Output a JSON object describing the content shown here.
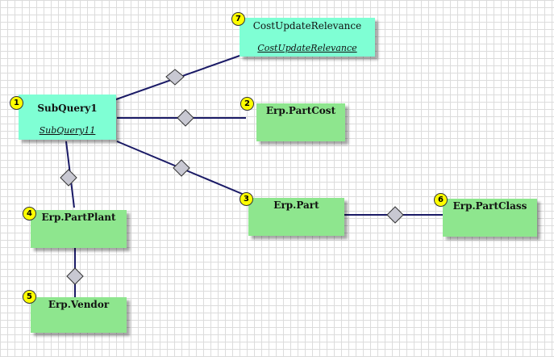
{
  "nodes": [
    {
      "number": "1",
      "title": "SubQuery1",
      "alias": "SubQuery11"
    },
    {
      "number": "2",
      "title": "Erp.PartCost"
    },
    {
      "number": "3",
      "title": "Erp.Part"
    },
    {
      "number": "4",
      "title": "Erp.PartPlant"
    },
    {
      "number": "5",
      "title": "Erp.Vendor"
    },
    {
      "number": "6",
      "title": "Erp.PartClass"
    },
    {
      "number": "7",
      "title": "CostUpdateRelevance",
      "alias": "CostUpdateRelevance"
    }
  ],
  "colors": {
    "table_fill": "#8ee68e",
    "query_fill": "#7fffd4",
    "badge_fill": "#ffff00",
    "link_stroke": "#1a1a66",
    "diamond_fill": "#c8c8d2"
  },
  "links": [
    {
      "from": "1",
      "to": "7"
    },
    {
      "from": "1",
      "to": "2"
    },
    {
      "from": "1",
      "to": "3"
    },
    {
      "from": "1",
      "to": "4"
    },
    {
      "from": "4",
      "to": "5"
    },
    {
      "from": "3",
      "to": "6"
    }
  ]
}
